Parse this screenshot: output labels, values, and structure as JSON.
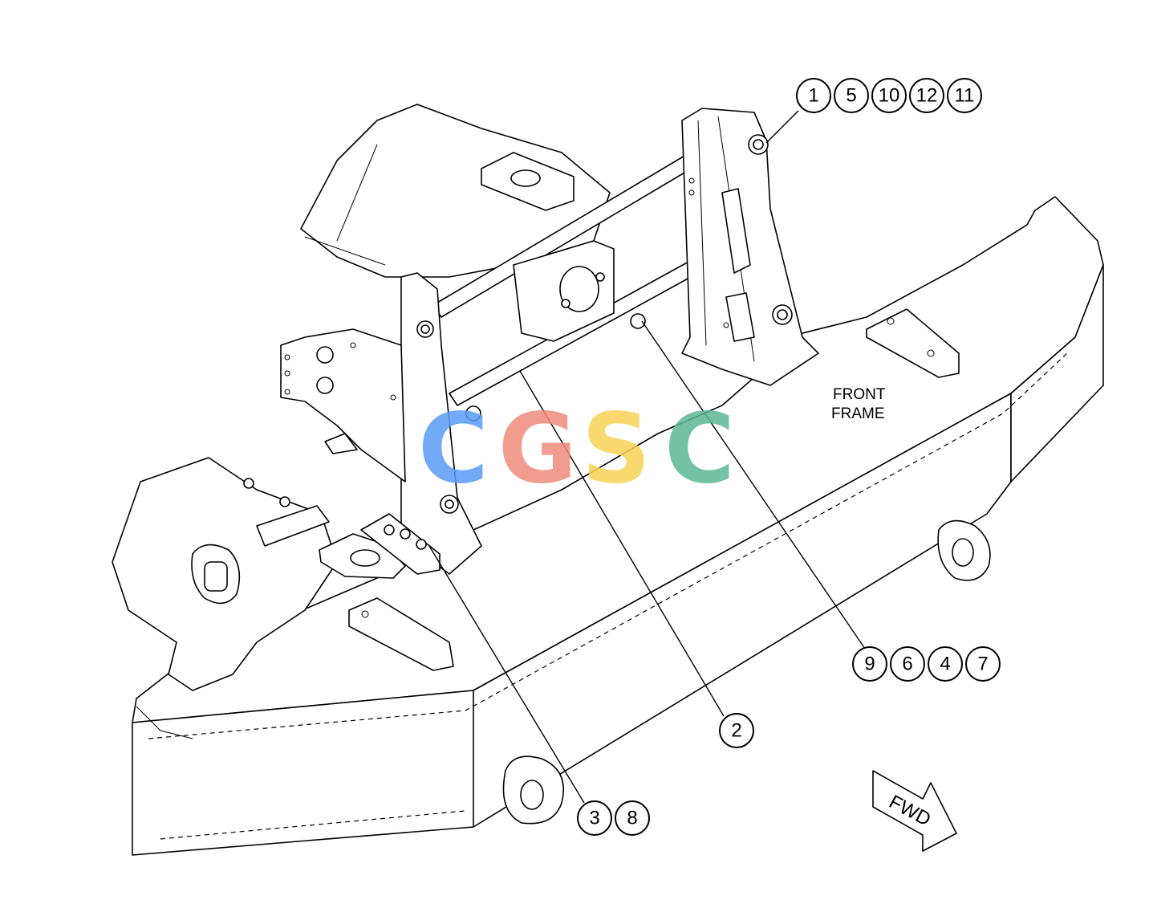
{
  "diagram": {
    "frame_label_line1": "FRONT",
    "frame_label_line2": "FRAME",
    "direction_label": "FWD",
    "callouts": {
      "top_right": [
        "1",
        "5",
        "10",
        "12",
        "11"
      ],
      "right_middle": [
        "9",
        "6",
        "4",
        "7"
      ],
      "center": [
        "2"
      ],
      "bottom_left": [
        "3",
        "8"
      ]
    },
    "watermark": {
      "letters": [
        "C",
        "G",
        "S",
        "C"
      ],
      "colors": [
        "#5b9cf6",
        "#f08a7c",
        "#f8d254",
        "#5cb893"
      ]
    }
  }
}
